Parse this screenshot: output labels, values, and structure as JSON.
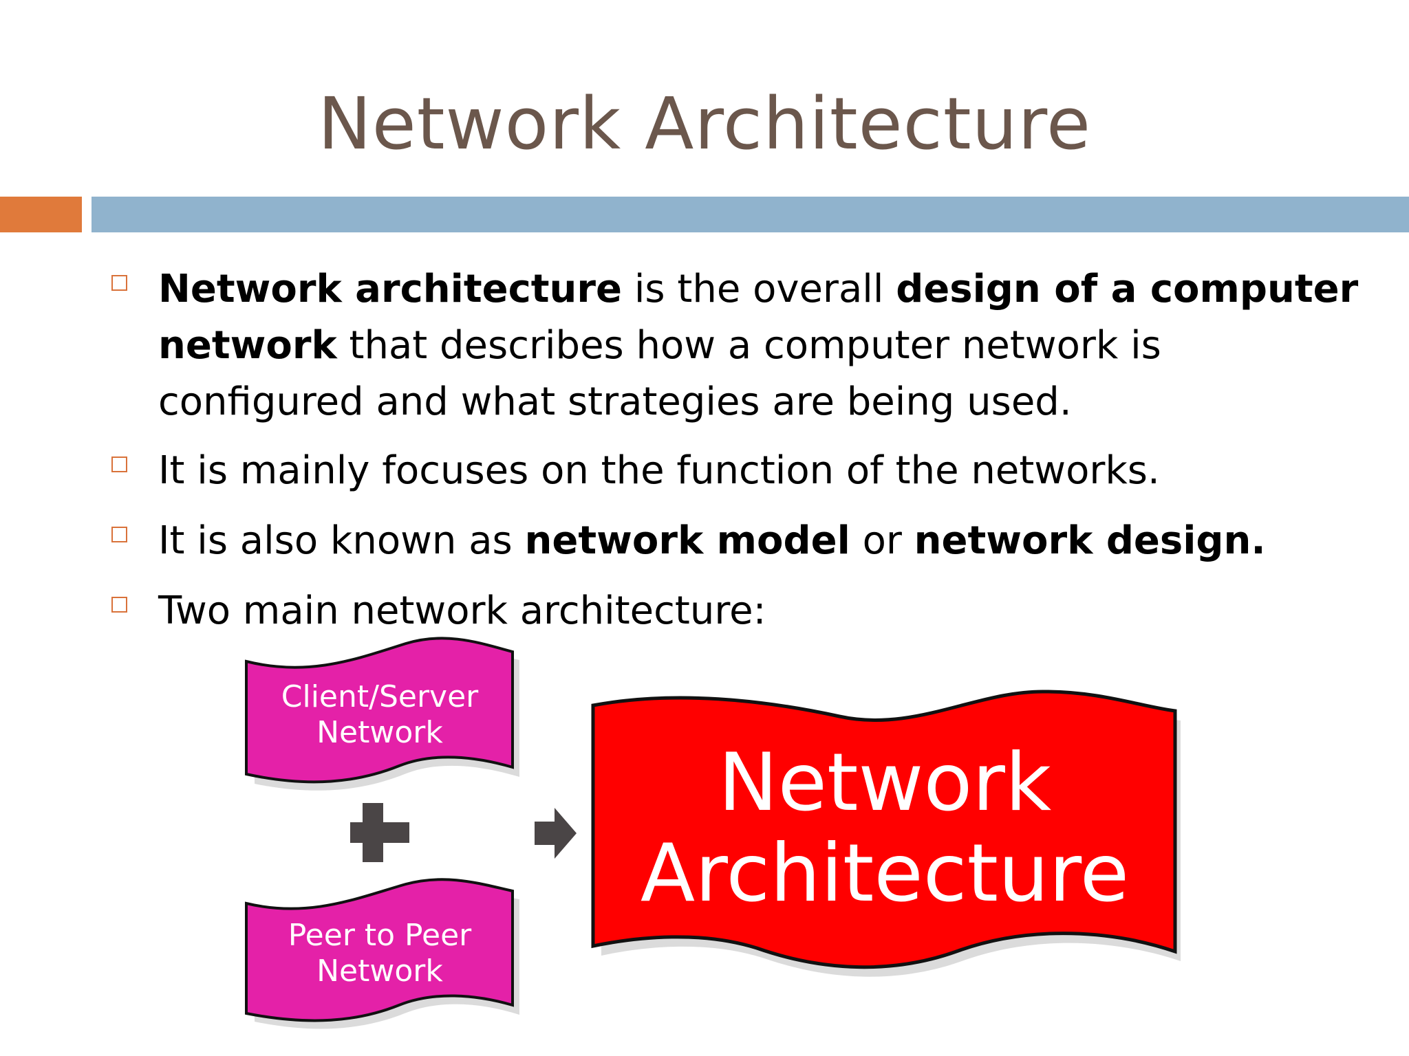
{
  "slide": {
    "title": "Network Architecture"
  },
  "bullets": [
    {
      "parts": [
        {
          "bold": true,
          "text": "Network architecture"
        },
        {
          "bold": false,
          "text": " is the overall "
        },
        {
          "bold": true,
          "text": "design of a computer network"
        },
        {
          "bold": false,
          "text": " that describes how a computer network is configured and what strategies are being used."
        }
      ]
    },
    {
      "parts": [
        {
          "bold": false,
          "text": "It is mainly focuses on the function of the networks."
        }
      ]
    },
    {
      "parts": [
        {
          "bold": false,
          "text": "It is also known as "
        },
        {
          "bold": true,
          "text": "network model"
        },
        {
          "bold": false,
          "text": " or "
        },
        {
          "bold": true,
          "text": "network design."
        }
      ]
    },
    {
      "parts": [
        {
          "bold": false,
          "text": "Two main network architecture:"
        }
      ]
    }
  ],
  "diagram": {
    "left_top": {
      "line1": "Client/Server",
      "line2": "Network"
    },
    "left_bottom": {
      "line1": "Peer to Peer",
      "line2": "Network"
    },
    "result": {
      "line1": "Network",
      "line2": "Architecture"
    },
    "colors": {
      "magenta": "#e421a8",
      "red": "#ff0000",
      "plus": "#4a4546",
      "arrow": "#4a4546"
    }
  }
}
